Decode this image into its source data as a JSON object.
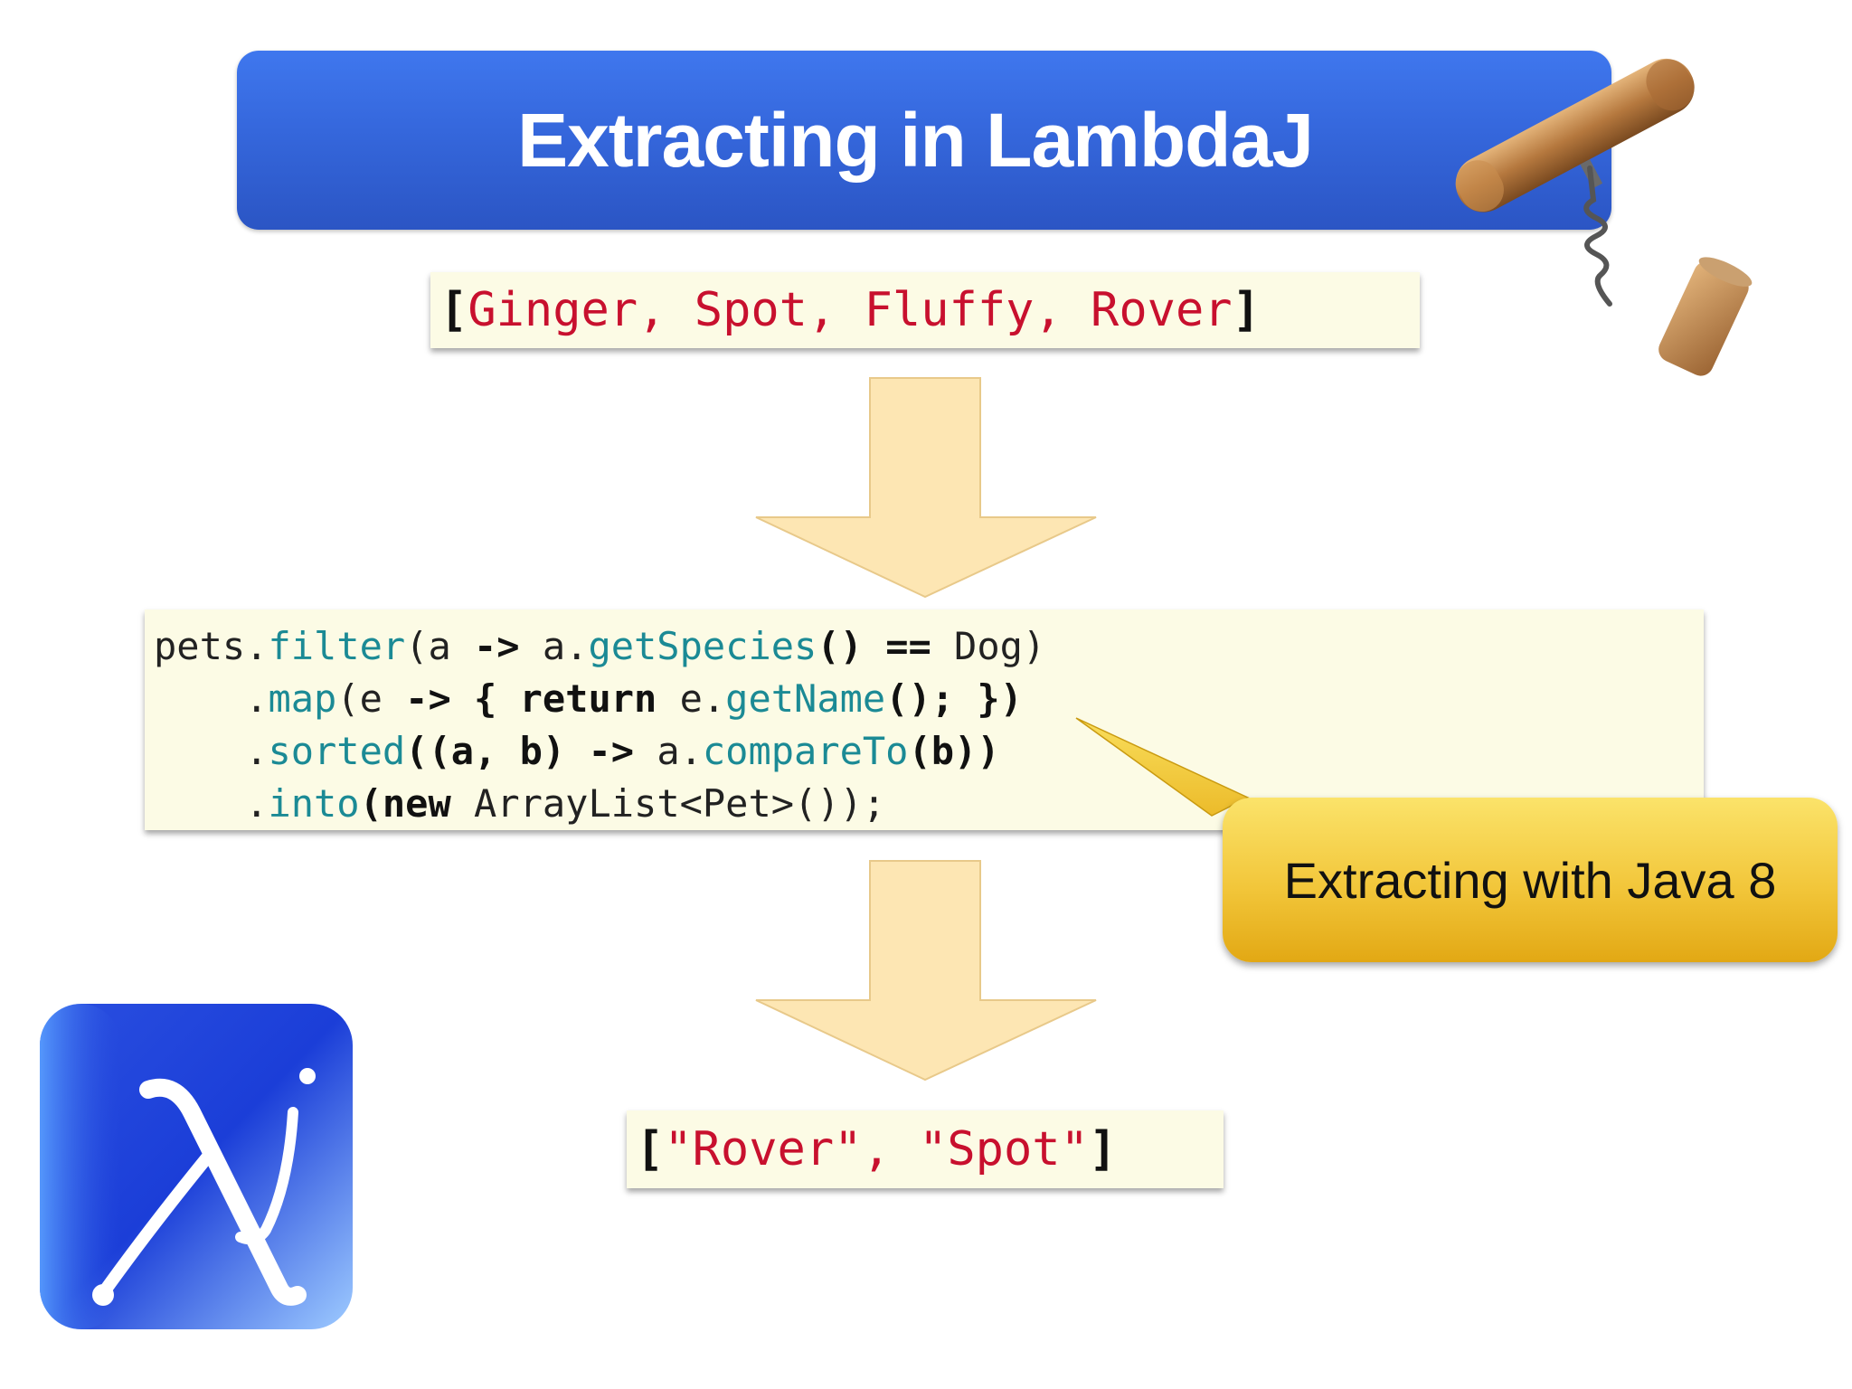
{
  "title": "Extracting in LambdaJ",
  "input_list": {
    "open": "[",
    "items": "Ginger, Spot, Fluffy, Rover",
    "close": "]"
  },
  "code": {
    "l1_a": "pets.",
    "l1_m": "filter",
    "l1_b": "(a ",
    "l1_arrow": "->",
    "l1_c": " a.",
    "l1_m2": "getSpecies",
    "l1_d": "() ",
    "l1_eq": "==",
    "l1_e": " Dog)",
    "l2_indent": "    .",
    "l2_m": "map",
    "l2_b": "(e ",
    "l2_arrow": "->",
    "l2_brace": " { ",
    "l2_kw": "return",
    "l2_c": " e.",
    "l2_m2": "getName",
    "l2_d": "(); })",
    "l3_indent": "    .",
    "l3_m": "sorted",
    "l3_b": "((a, b) ",
    "l3_arrow": "->",
    "l3_c": " a.",
    "l3_m2": "compareTo",
    "l3_d": "(b))",
    "l4_indent": "    .",
    "l4_m": "into",
    "l4_b": "(",
    "l4_kw": "new",
    "l4_c": " ArrayList<Pet>());"
  },
  "callout": {
    "text": "Extracting with Java 8",
    "color": "#f2c63a"
  },
  "output_list": {
    "open": "[",
    "items": "\"Rover\", \"Spot\"",
    "close": "]"
  },
  "arrow_color": "#fde6b3",
  "banner_color": "#3567dc",
  "icons": {
    "corkscrew": "corkscrew-icon",
    "logo": "lambdaj-logo-icon",
    "arrow": "down-arrow-icon"
  }
}
